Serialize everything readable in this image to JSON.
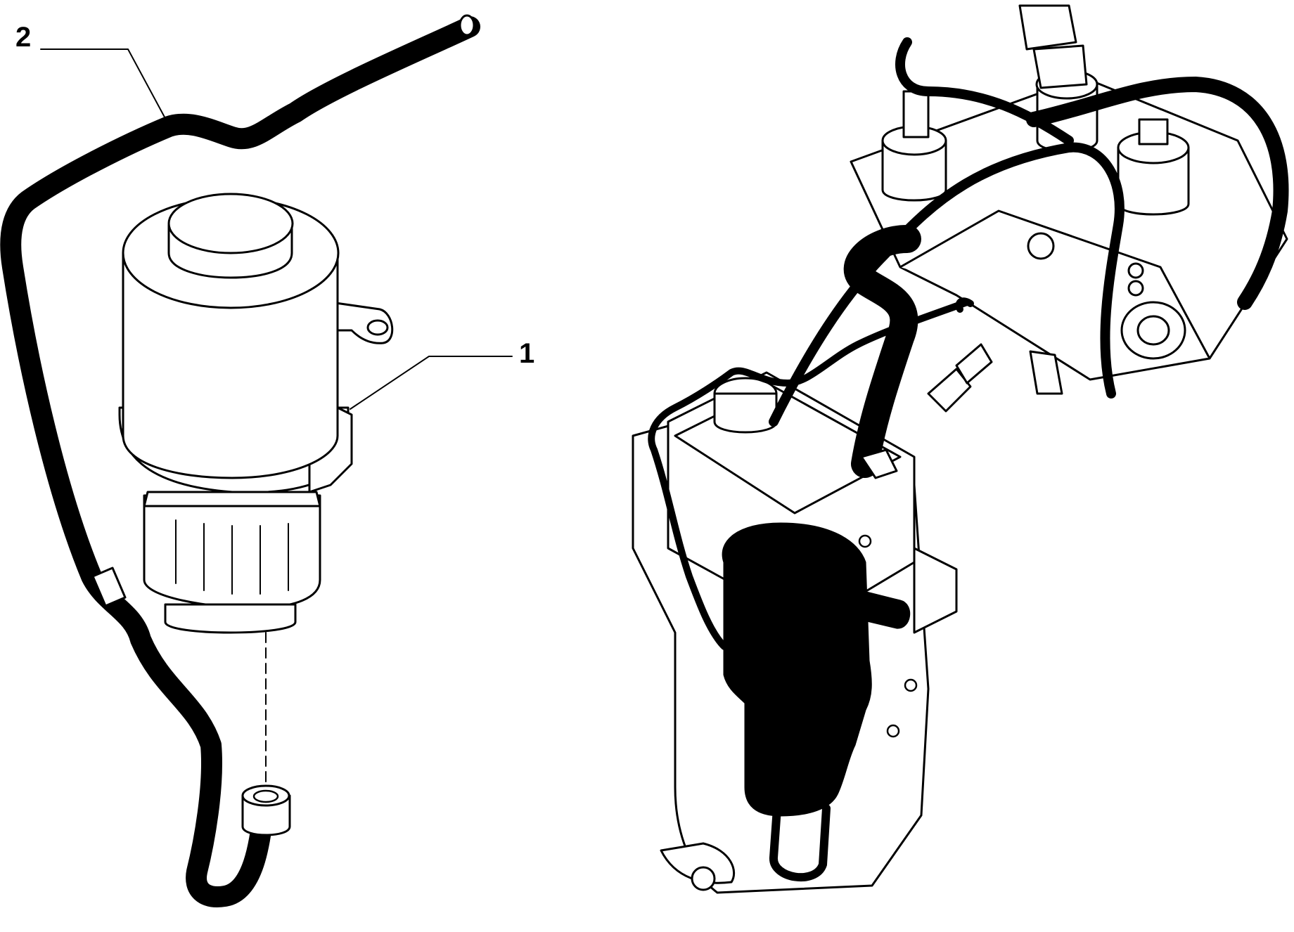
{
  "callouts": [
    {
      "number": "1",
      "part": "pump-reservoir-assembly"
    },
    {
      "number": "2",
      "part": "pipe"
    }
  ],
  "colors": {
    "ink": "#000000",
    "paper": "#ffffff"
  }
}
